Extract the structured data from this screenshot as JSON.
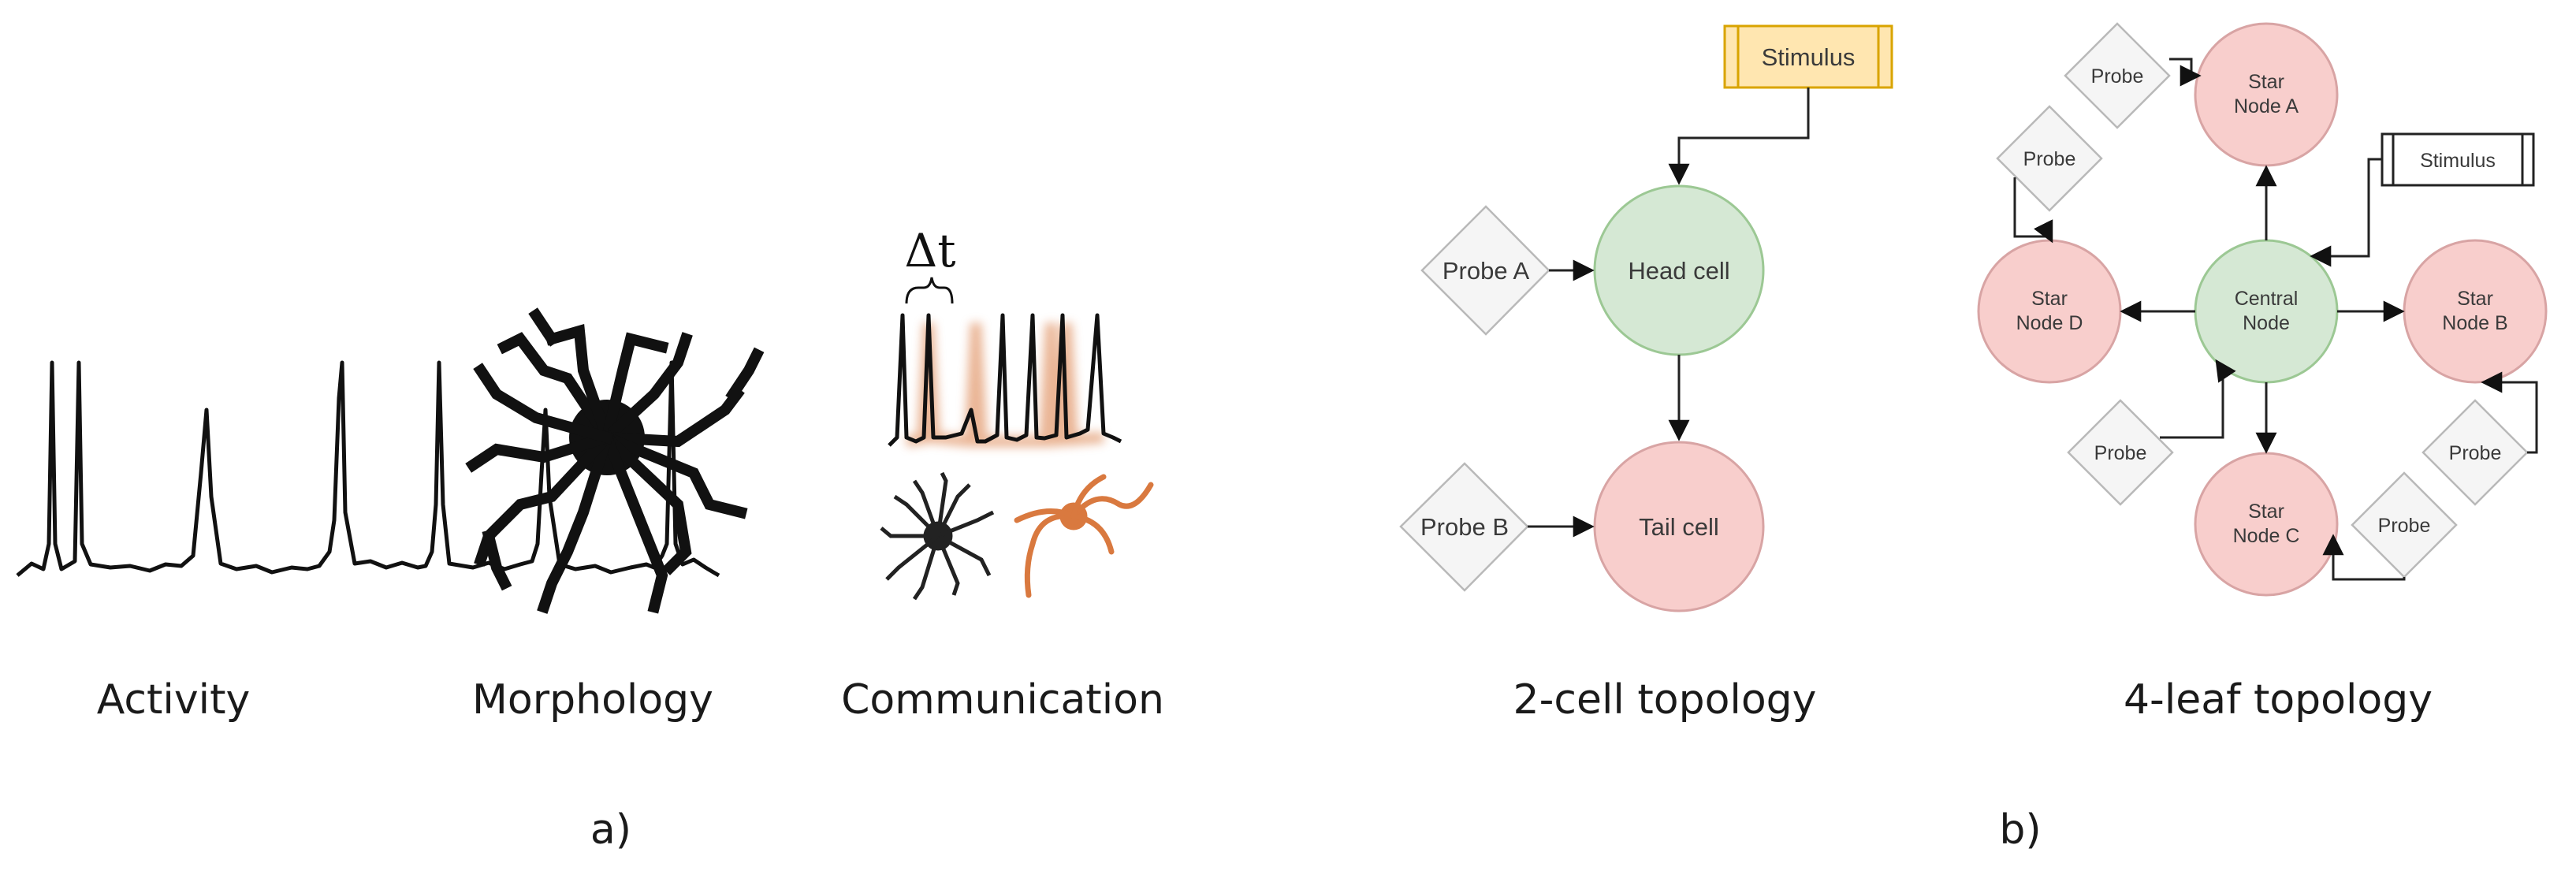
{
  "panel_a": {
    "label": "a)",
    "activity_caption": "Activity",
    "morphology_caption": "Morphology",
    "communication_caption": "Communication",
    "delta_label": "Δt"
  },
  "panel_b": {
    "label": "b)",
    "two_cell": {
      "caption": "2-cell topology",
      "stimulus": "Stimulus",
      "head": "Head cell",
      "tail": "Tail cell",
      "probe_a": "Probe A",
      "probe_b": "Probe B"
    },
    "four_leaf": {
      "caption": "4-leaf topology",
      "stimulus": "Stimulus",
      "probe": "Probe",
      "central": [
        "Central",
        "Node"
      ],
      "node_a": [
        "Star",
        "Node A"
      ],
      "node_b": [
        "Star",
        "Node B"
      ],
      "node_c": [
        "Star",
        "Node C"
      ],
      "node_d": [
        "Star",
        "Node D"
      ]
    }
  },
  "colors": {
    "stimulus_fill": "#ffe6b0",
    "stimulus_stroke": "#d9a400",
    "head_fill": "#d5e8d4",
    "tail_fill": "#f8cecc",
    "communication_accent": "#d9793f"
  }
}
